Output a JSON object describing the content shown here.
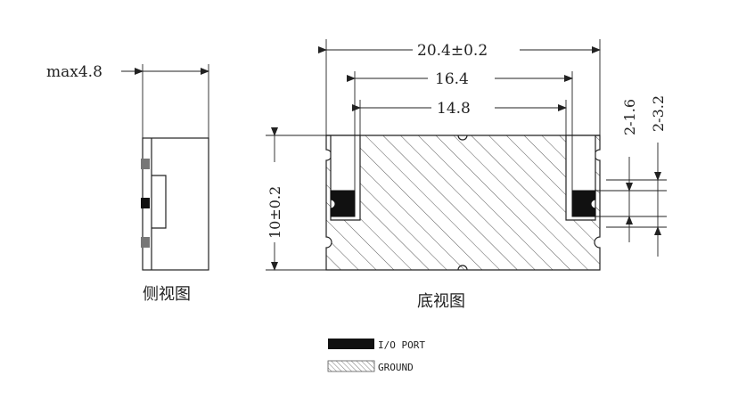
{
  "side_view": {
    "max_label": "max4.8",
    "caption": "侧视图"
  },
  "bottom_view": {
    "caption": "底视图",
    "dim_total_width": "20.4±0.2",
    "dim_inner_width_1": "16.4",
    "dim_inner_width_2": "14.8",
    "dim_height": "10±0.2",
    "dim_pad_1": "2-1.6",
    "dim_pad_2": "2-3.2"
  },
  "legend": {
    "io_port": "I/O PORT",
    "ground": "GROUND"
  }
}
